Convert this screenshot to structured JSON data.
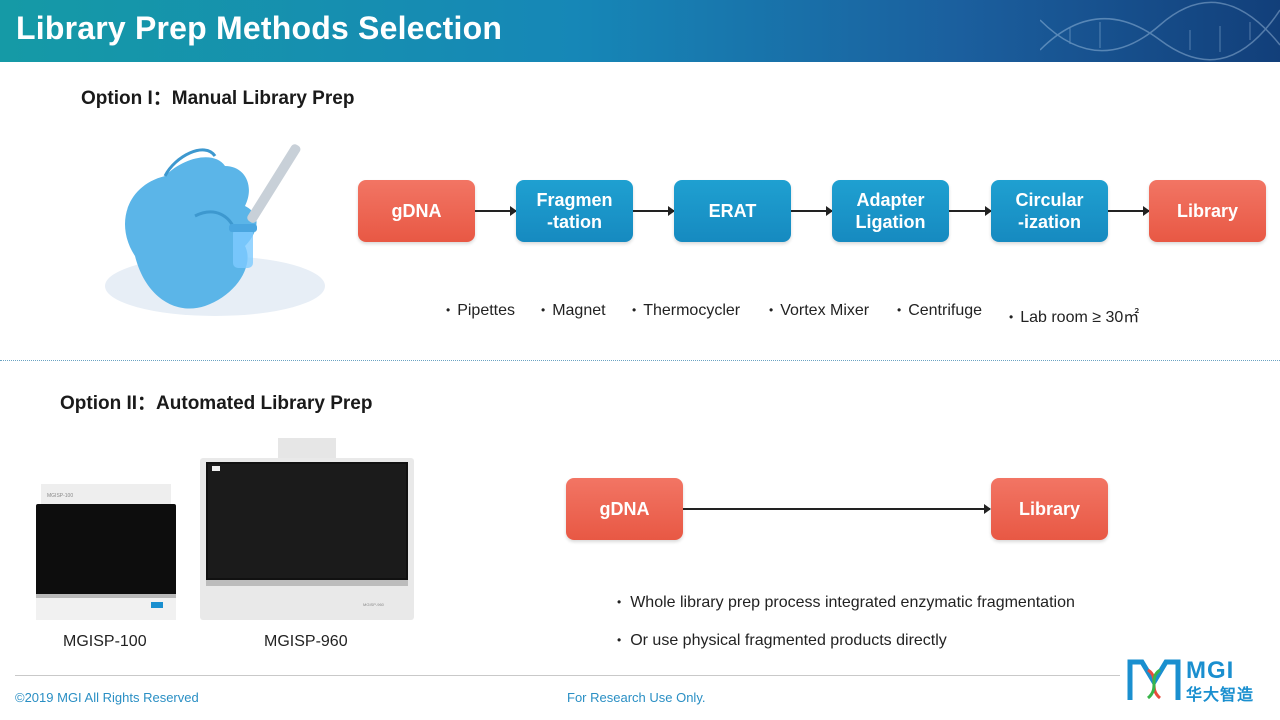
{
  "header": {
    "title": "Library Prep Methods Selection"
  },
  "option1": {
    "title": "Option I：Manual Library Prep",
    "steps": [
      {
        "line1": "gDNA",
        "line2": "",
        "color": "orange"
      },
      {
        "line1": "Fragmen",
        "line2": "-tation",
        "color": "blue"
      },
      {
        "line1": "ERAT",
        "line2": "",
        "color": "blue"
      },
      {
        "line1": "Adapter",
        "line2": "Ligation",
        "color": "blue"
      },
      {
        "line1": "Circular",
        "line2": "-ization",
        "color": "blue"
      },
      {
        "line1": "Library",
        "line2": "",
        "color": "orange"
      }
    ],
    "equipment": [
      "Pipettes",
      "Magnet",
      "Thermocycler",
      "Vortex Mixer",
      "Centrifuge",
      "Lab room ≥ 30㎡"
    ]
  },
  "option2": {
    "title": "Option II：Automated Library Prep",
    "machines": [
      "MGISP-100",
      "MGISP-960"
    ],
    "machine_badges": [
      "MGISP-100",
      "MGISP-960"
    ],
    "flow": {
      "start": "gDNA",
      "end": "Library"
    },
    "bullets": [
      "Whole library prep process integrated enzymatic fragmentation",
      "Or use physical fragmented products directly"
    ]
  },
  "footer": {
    "copyright": "©2019 MGI All Rights Reserved",
    "research": "For Research Use Only."
  },
  "logo": {
    "brand": "MGI",
    "brand_cn": "华大智造"
  },
  "colors": {
    "orange": "#e85844",
    "blue": "#168ac0",
    "header": "#1687b7"
  }
}
